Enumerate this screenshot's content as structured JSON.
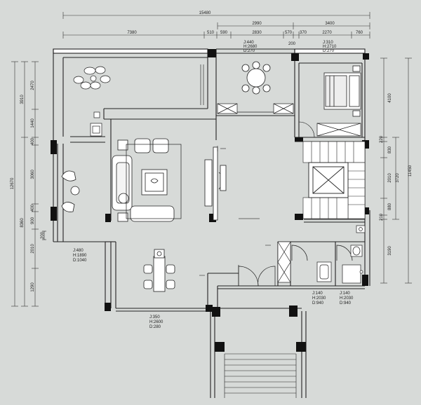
{
  "dimensions_top": {
    "overall": "15480",
    "row2": [
      "2990",
      "3400"
    ],
    "row3": [
      "7380",
      "510",
      "590",
      "2830",
      "570",
      "370",
      "2270",
      "760"
    ],
    "extra": "200"
  },
  "dimensions_left": {
    "outer": [
      "12670"
    ],
    "mid": [
      "3910",
      "8360"
    ],
    "inner": [
      "2470",
      "1440",
      "400",
      "3060",
      "400",
      "900",
      "2010",
      "1290"
    ],
    "small": "200"
  },
  "dimensions_right": {
    "outer": [
      "11450"
    ],
    "mid": [
      "3720"
    ],
    "inner": [
      "4100",
      "220",
      "830",
      "2010",
      "880",
      "210",
      "3190"
    ]
  },
  "window_tags": [
    {
      "j": "J:440",
      "h": "H:2680",
      "d": "D:270"
    },
    {
      "j": "J:310",
      "h": "H:2710",
      "d": "D:270"
    },
    {
      "j": "J:480",
      "h": "H:1890",
      "d": "D:1040"
    },
    {
      "j": "J:350",
      "h": "H:2600",
      "d": "D:280"
    },
    {
      "j": "J:140",
      "h": "H:2030",
      "d": "D:940"
    },
    {
      "j": "J:140",
      "h": "H:2030",
      "d": "D:940"
    }
  ]
}
